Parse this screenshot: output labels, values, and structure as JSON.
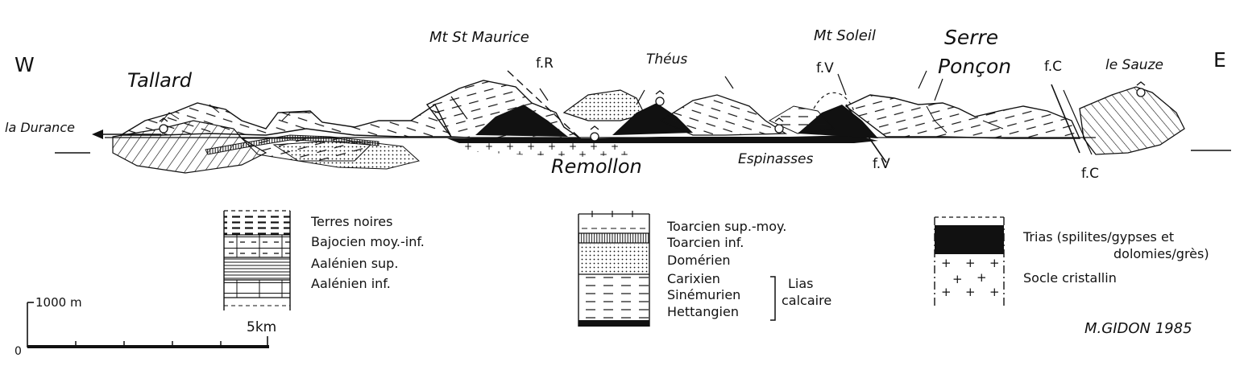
{
  "section": {
    "west": "W",
    "east": "E",
    "places": {
      "tallard": "Tallard",
      "la_durance": "la Durance",
      "mt_st_maurice": "Mt St Maurice",
      "fr": "f.R",
      "theus": "Théus",
      "mt_soleil": "Mt Soleil",
      "fv_top": "f.V",
      "serre": "Serre",
      "poncon": "Ponçon",
      "fc_top": "f.C",
      "le_sauze": "le Sauze",
      "remollon": "Remollon",
      "espinasses": "Espinasses",
      "fv_bottom": "f.V",
      "fc_bottom": "f.C"
    }
  },
  "legend": {
    "group1": [
      "Terres noires",
      "Bajocien moy.-inf.",
      "Aalénien sup.",
      "Aalénien inf."
    ],
    "group2": [
      "Toarcien sup.-moy.",
      "Toarcien inf.",
      "Domérien",
      "Carixien",
      "Sinémurien",
      "Hettangien"
    ],
    "lias_line1": "Lias",
    "lias_line2": "calcaire",
    "group3_line1": "Trias (spilites/gypses et",
    "group3_line2": "dolomies/grès)",
    "group3_line3": "Socle cristallin"
  },
  "scale": {
    "vertical": "1000 m",
    "zero": "0",
    "horizontal": "5km"
  },
  "credit": "M.GIDON 1985",
  "colors": {
    "ink": "#111111",
    "paper": "#ffffff"
  }
}
